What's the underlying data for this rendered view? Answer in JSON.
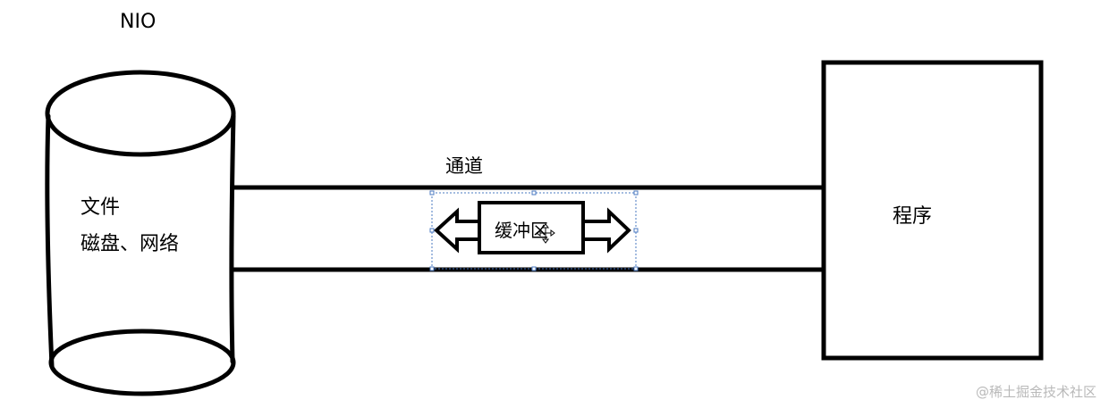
{
  "title": "NIO",
  "disk": {
    "line1": "文件",
    "line2": "磁盘、网络"
  },
  "channel": {
    "label": "通道"
  },
  "buffer": {
    "label": "缓冲区"
  },
  "program": {
    "label": "程序"
  },
  "watermark": "@稀土掘金技术社区",
  "colors": {
    "stroke": "#000000",
    "selection": "#4a78c2",
    "watermark": "#b9b9b9",
    "background": "#ffffff"
  }
}
